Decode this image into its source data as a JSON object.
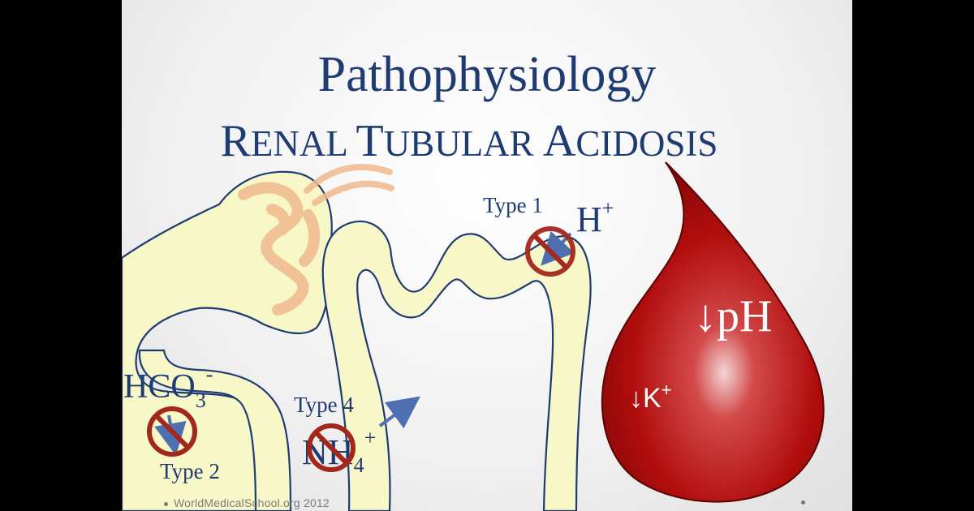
{
  "slide": {
    "title_line1": "Pathophysiology",
    "title_line2_caps": [
      "R",
      "ENAL ",
      "T",
      "UBULAR ",
      "A",
      "CIDOSIS"
    ]
  },
  "labels": {
    "type1": "Type 1",
    "type2": "Type 2",
    "type4": "Type 4",
    "h_plus_base": "H",
    "h_plus_sup": "+",
    "hco3_base": "HCO",
    "hco3_sub": "3",
    "hco3_sup": "-",
    "nh4_base": "NH",
    "nh4_sub": "4",
    "nh4_sup": "+",
    "ph": "↓pH",
    "k_plus_base": "↓K",
    "k_plus_sup": "+"
  },
  "footer": {
    "text": "WorldMedicalSchool.org 2012"
  },
  "colors": {
    "title": "#1f3c72",
    "tubule_fill": "#f8f7c8",
    "tubule_stroke": "#1f3c72",
    "glomerulus": "#efb98e",
    "blood_drop": "#b10d0d",
    "no_sign": "#a3271a",
    "arrow": "#4f6fb0"
  },
  "icons": [
    "no-entry-icon",
    "arrow-icon",
    "blood-drop-icon",
    "glomerulus-icon"
  ]
}
